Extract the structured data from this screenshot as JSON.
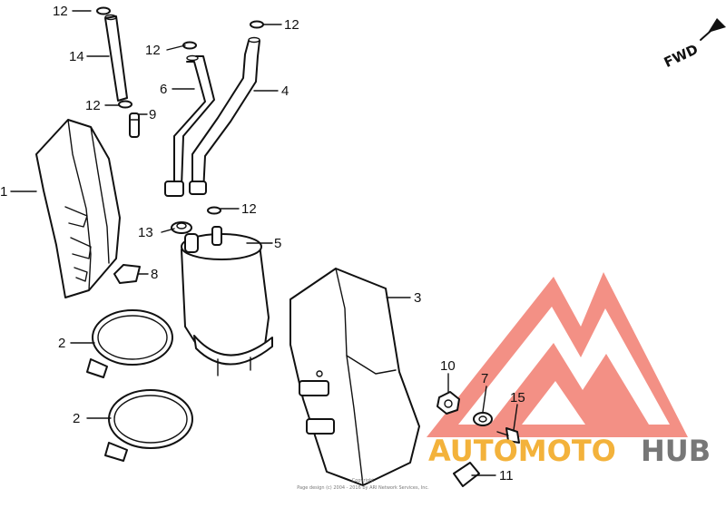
{
  "diagram": {
    "direction_label": "FWD",
    "callouts": {
      "c1": "1",
      "c2a": "2",
      "c2b": "2",
      "c3": "3",
      "c4": "4",
      "c5": "5",
      "c6": "6",
      "c7": "7",
      "c8": "8",
      "c9": "9",
      "c10": "10",
      "c11": "11",
      "c12a": "12",
      "c12b": "12",
      "c12c": "12",
      "c12d": "12",
      "c12e": "12",
      "c13": "13",
      "c14": "14",
      "c15": "15"
    },
    "copyright_line1": "Copyright",
    "copyright_line2": "Page design (c) 2004 - 2016 by ARI Network Services, Inc."
  },
  "watermark": {
    "part1": "AUTOMOTO",
    "part2": "HUB",
    "logo_color": "#f06b5d",
    "text_color_primary": "#f3b23b",
    "text_color_secondary": "#777777"
  }
}
